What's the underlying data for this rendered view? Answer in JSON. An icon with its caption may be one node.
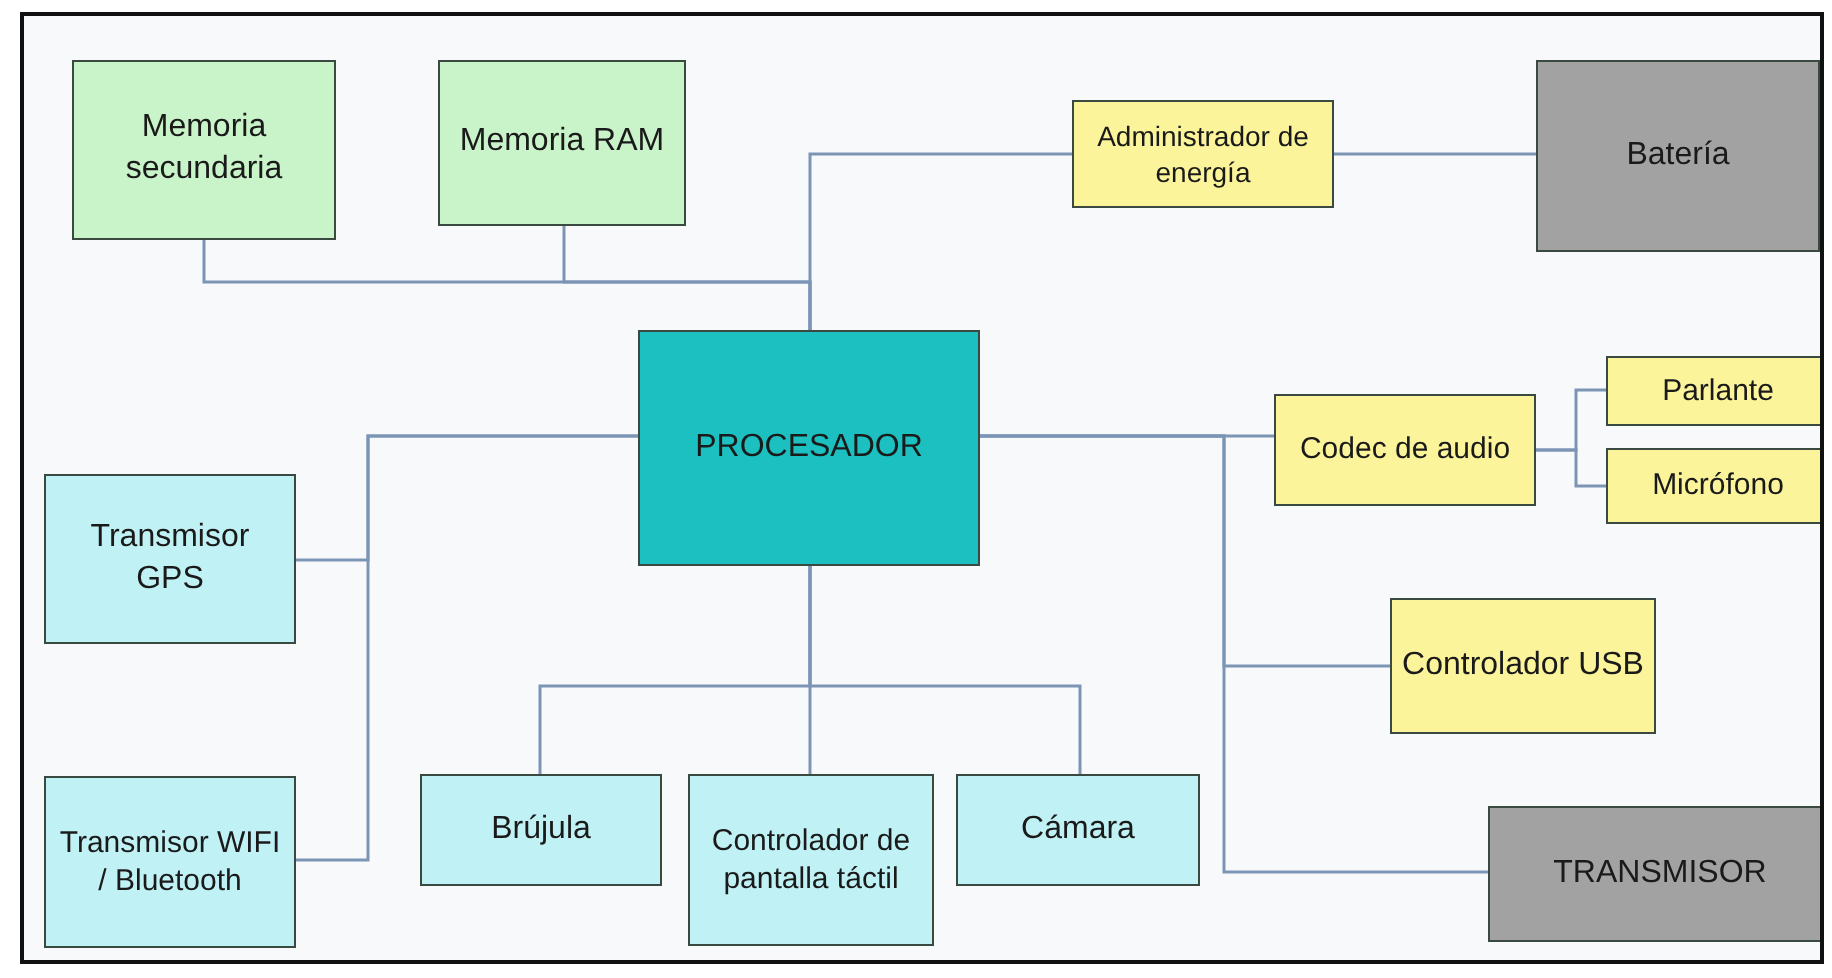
{
  "diagram": {
    "nodes": [
      {
        "text": [
          "Memoria secundaria"
        ]
      },
      {
        "text": [
          "Memoria RAM"
        ]
      },
      {
        "text": [
          "Administrador de energía"
        ]
      },
      {
        "text": [
          "Batería"
        ]
      },
      {
        "text": [
          "PROCESADOR"
        ]
      },
      {
        "text": [
          "Codec de audio"
        ]
      },
      {
        "text": [
          "Parlante"
        ]
      },
      {
        "text": [
          "Micrófono"
        ]
      },
      {
        "text": [
          "Transmisor GPS"
        ]
      },
      {
        "text": [
          "Controlador USB"
        ]
      },
      {
        "text": [
          "Transmisor WIFI / Bluetooth"
        ]
      },
      {
        "text": [
          "Brújula"
        ]
      },
      {
        "text": [
          "Controlador de pantalla táctil"
        ]
      },
      {
        "text": [
          "Cámara"
        ]
      },
      {
        "text": [
          "TRANSMISOR"
        ]
      }
    ],
    "edges": [
      {
        "from": 0,
        "to": 4,
        "arrow": "none"
      },
      {
        "from": 1,
        "to": 4,
        "arrow": "none"
      },
      {
        "from": 2,
        "to": 4,
        "arrow": "none"
      },
      {
        "from": 2,
        "to": 3,
        "arrow": "none"
      },
      {
        "from": 4,
        "to": 5,
        "arrow": "none"
      },
      {
        "from": 5,
        "to": 6,
        "arrow": "none"
      },
      {
        "from": 5,
        "to": 7,
        "arrow": "none"
      },
      {
        "from": 4,
        "to": 9,
        "arrow": "none"
      },
      {
        "from": 4,
        "to": 14,
        "arrow": "none"
      },
      {
        "from": 4,
        "to": 8,
        "arrow": "none"
      },
      {
        "from": 4,
        "to": 10,
        "arrow": "none"
      },
      {
        "from": 4,
        "to": 11,
        "arrow": "none"
      },
      {
        "from": 4,
        "to": 12,
        "arrow": "none"
      },
      {
        "from": 4,
        "to": 13,
        "arrow": "none"
      }
    ]
  }
}
